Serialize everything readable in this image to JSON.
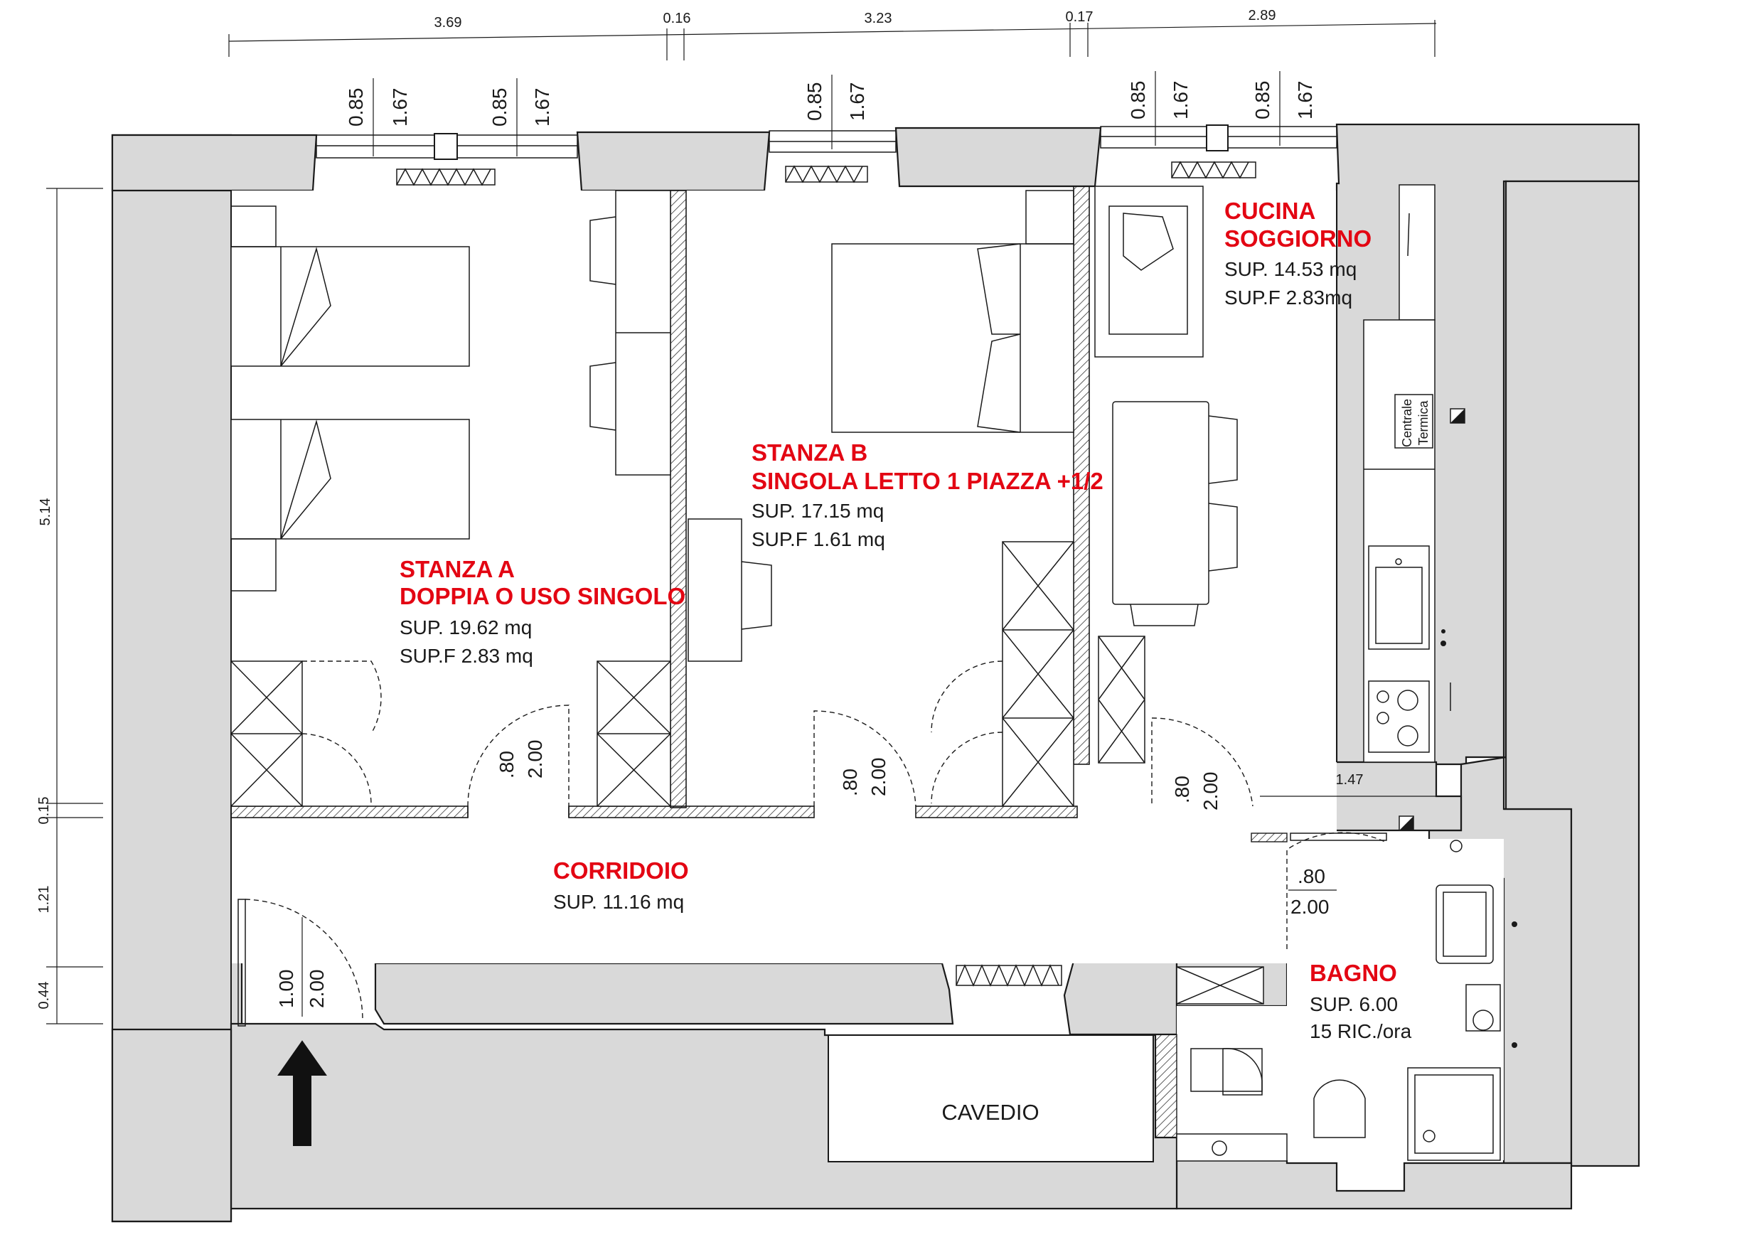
{
  "rooms": {
    "stanza_a": {
      "name_line1": "STANZA A",
      "name_line2": "DOPPIA O USO SINGOLO",
      "sup": "SUP. 19.62 mq",
      "supf": "SUP.F 2.83 mq"
    },
    "stanza_b": {
      "name_line1": "STANZA B",
      "name_line2": "SINGOLA LETTO 1 PIAZZA +1/2",
      "sup": "SUP. 17.15 mq",
      "supf": "SUP.F 1.61 mq"
    },
    "cucina": {
      "name_line1": "CUCINA",
      "name_line2": "SOGGIORNO",
      "sup": "SUP. 14.53 mq",
      "supf": "SUP.F 2.83mq"
    },
    "corridoio": {
      "name": "CORRIDOIO",
      "sup": "SUP. 11.16 mq"
    },
    "bagno": {
      "name": "BAGNO",
      "sup": "SUP. 6.00",
      "ric": "15 RIC./ora"
    },
    "cavedio": {
      "name": "CAVEDIO"
    }
  },
  "top_dimensions": [
    "3.69",
    "0.16",
    "3.23",
    "0.17",
    "2.89"
  ],
  "window_dimensions": [
    {
      "width": "0.85",
      "height": "1.67"
    },
    {
      "width": "0.85",
      "height": "1.67"
    },
    {
      "width": "0.85",
      "height": "1.67"
    },
    {
      "width": "0.85",
      "height": "1.67"
    },
    {
      "width": "0.85",
      "height": "1.67"
    }
  ],
  "left_dimensions": [
    "5.14",
    "0.15",
    "1.21",
    "0.44"
  ],
  "doors": [
    {
      "width": ".80",
      "height": "2.00"
    },
    {
      "width": ".80",
      "height": "2.00"
    },
    {
      "width": ".80",
      "height": "2.00"
    },
    {
      "width": ".80",
      "height": "2.00"
    },
    {
      "width": "1.00",
      "height": "2.00"
    }
  ],
  "bagno_width_dimension": "1.47",
  "centrale_termica": {
    "line1": "Centrale",
    "line2": "Termica"
  },
  "colors": {
    "labels": "#e30613",
    "walls": "#d9d9d9",
    "lines": "#1a1a1a"
  }
}
